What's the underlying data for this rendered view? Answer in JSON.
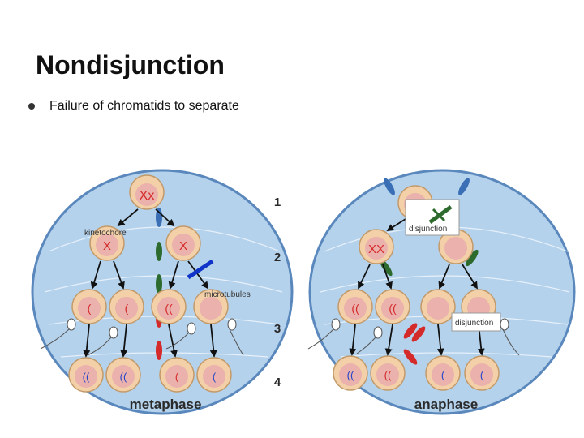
{
  "slide": {
    "title": "Nondisjunction",
    "bullet": "Failure of chromatids to separate"
  },
  "diagram": {
    "left": {
      "label_kinetochore": "kinetochore",
      "label_microtubules": "microtubules",
      "caption": "metaphase"
    },
    "right": {
      "label_disjunction_top": "disjunction",
      "label_disjunction_mid": "disjunction",
      "caption": "anaphase"
    },
    "steps": [
      "1",
      "2",
      "3",
      "4"
    ]
  },
  "colors": {
    "cell_background": "#b5d2ec",
    "cell_outline": "#5a88bd",
    "cell_fill": "#f3d0a8",
    "nucleus": "#eab1ad",
    "chromosome_red": "#d42a2a",
    "chromosome_blue": "#2446c9",
    "block_blue": "#1033c8",
    "block_green": "#2d6a2d"
  }
}
